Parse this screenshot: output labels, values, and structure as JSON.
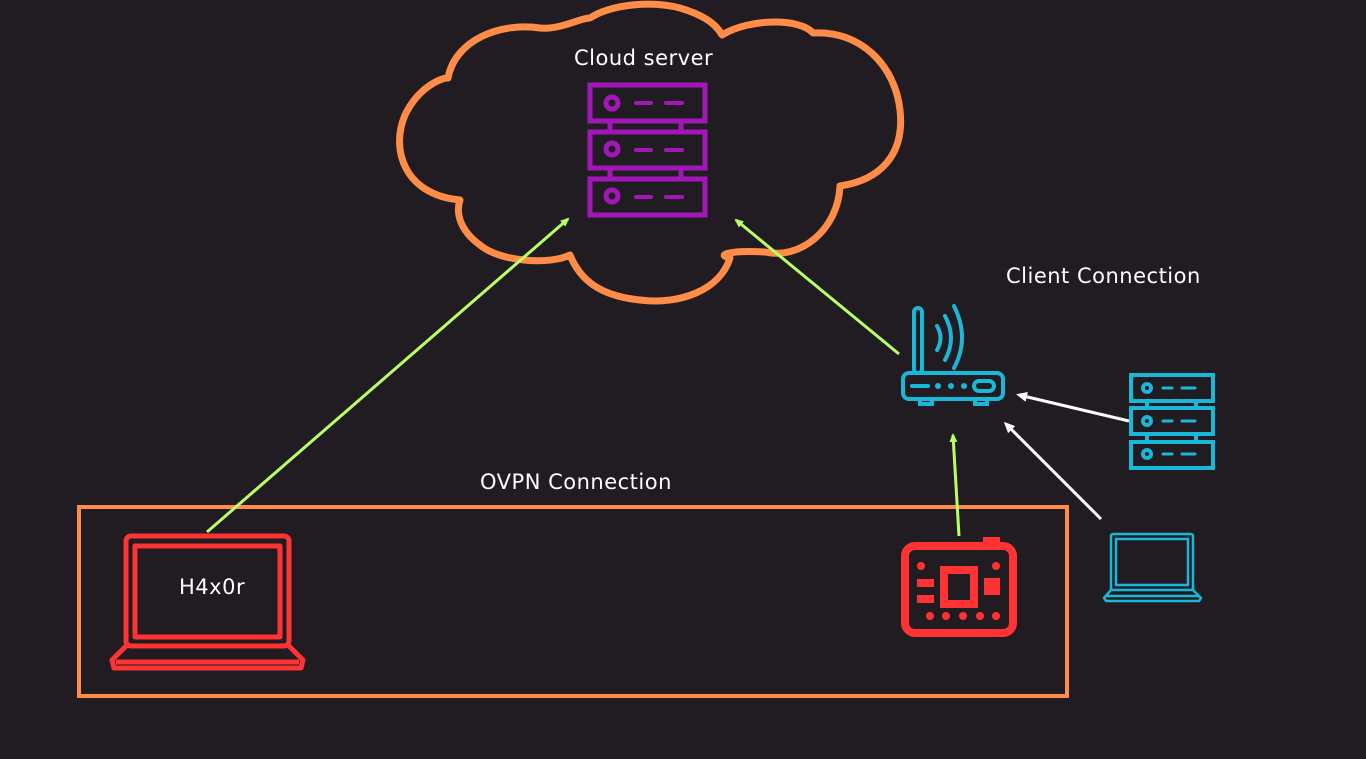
{
  "labels": {
    "cloud": "Cloud server",
    "client": "Client Connection",
    "ovpn": "OVPN Connection",
    "attacker": "H4x0r"
  },
  "colors": {
    "background": "#211c22",
    "cloud_outline": "#ff8c47",
    "ovpn_box": "#ff8c47",
    "cloud_server": "#a217b8",
    "client_devices": "#1ab8d8",
    "attacker_devices": "#ff3333",
    "tunnel_arrow": "#b8ff66",
    "lan_arrow": "#ffffff"
  },
  "nodes": [
    {
      "id": "cloud-server",
      "icon": "server-rack-icon",
      "group": "cloud"
    },
    {
      "id": "router",
      "icon": "wifi-router-icon",
      "group": "client"
    },
    {
      "id": "client-server",
      "icon": "server-rack-icon",
      "group": "client"
    },
    {
      "id": "client-laptop",
      "icon": "laptop-icon",
      "group": "client"
    },
    {
      "id": "attacker-laptop",
      "icon": "laptop-icon",
      "group": "ovpn"
    },
    {
      "id": "implant-board",
      "icon": "circuit-board-icon",
      "group": "ovpn"
    }
  ],
  "edges": [
    {
      "from": "attacker-laptop",
      "to": "cloud-server",
      "type": "tunnel"
    },
    {
      "from": "router",
      "to": "cloud-server",
      "type": "tunnel"
    },
    {
      "from": "implant-board",
      "to": "router",
      "type": "tunnel"
    },
    {
      "from": "client-server",
      "to": "router",
      "type": "lan"
    },
    {
      "from": "client-laptop",
      "to": "router",
      "type": "lan"
    }
  ]
}
